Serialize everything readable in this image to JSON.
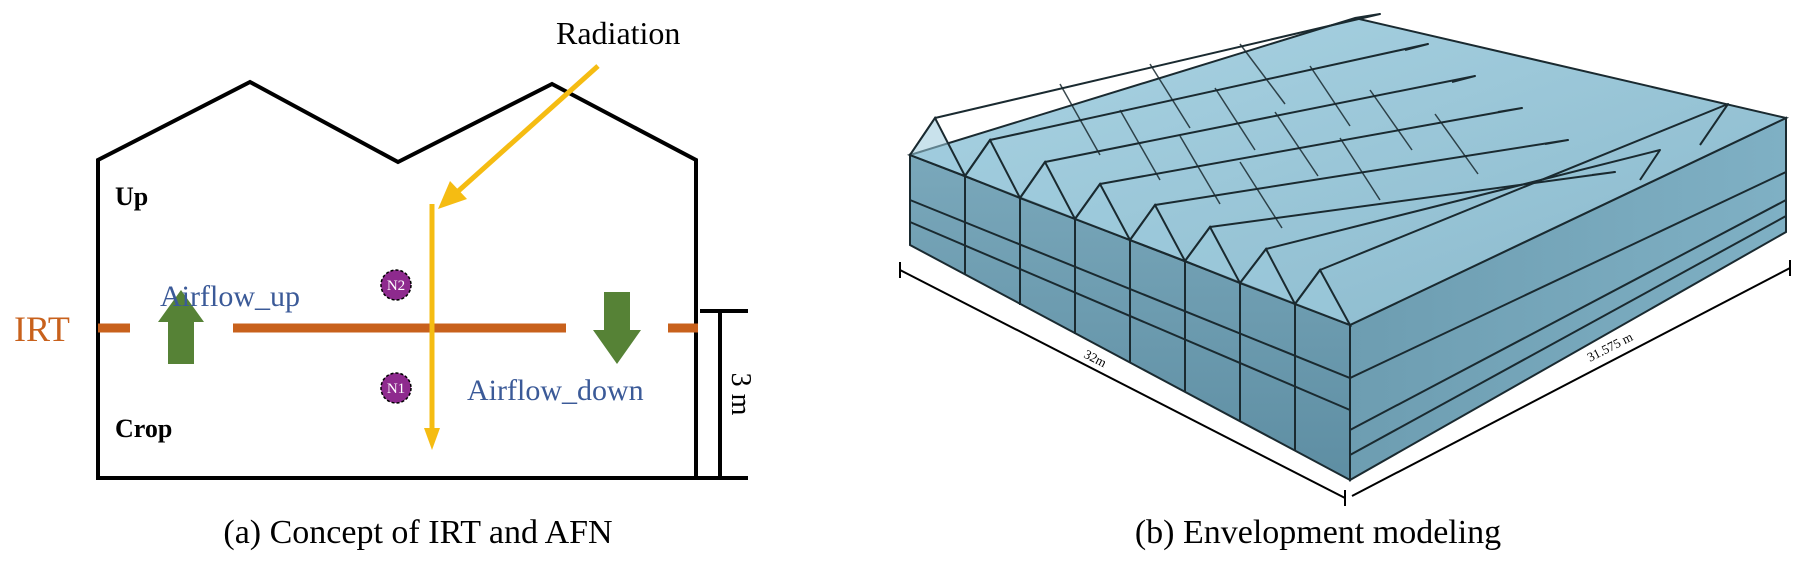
{
  "panel_a": {
    "radiation_label": "Radiation",
    "up_label": "Up",
    "crop_label": "Crop",
    "irt_label": "IRT",
    "airflow_up_label": "Airflow_up",
    "airflow_down_label": "Airflow_down",
    "node_n1": "N1",
    "node_n2": "N2",
    "height_label": "3 m",
    "caption": "(a) Concept of IRT and AFN"
  },
  "panel_b": {
    "width_label": "32m",
    "depth_label": "31.575 m",
    "caption": "(b) Envelopment modeling"
  },
  "colors": {
    "irt_orange": "#c8611c",
    "radiation_yellow": "#f5bc12",
    "airflow_green": "#568236",
    "node_purple": "#8e2a8e",
    "label_blue": "#3b5a98",
    "glass_face": "#6f9cb0",
    "glass_top": "#8fc1d6"
  }
}
